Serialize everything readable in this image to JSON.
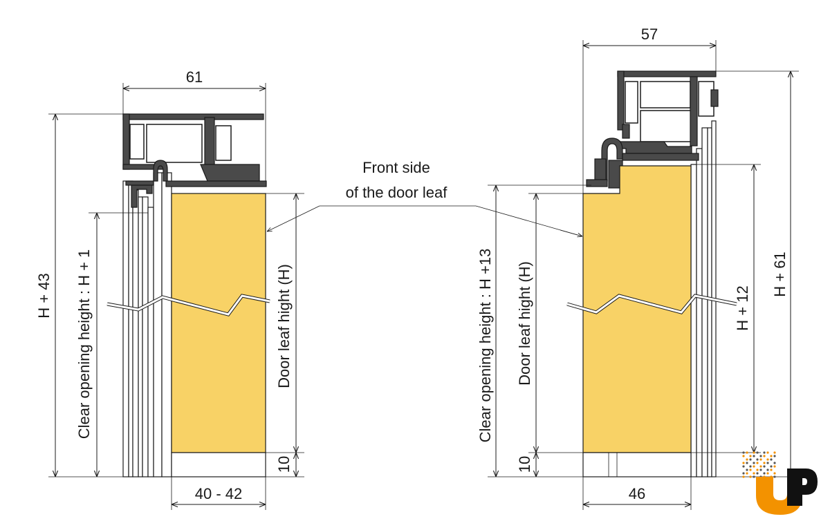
{
  "colors": {
    "door_leaf_fill": "#f8d266",
    "profile_fill": "#4a4a4a",
    "line": "#1a1a1a",
    "logo_orange": "#f39200",
    "logo_black": "#111111"
  },
  "left_section": {
    "width_label": "61",
    "total_height_label": "H + 43",
    "clear_opening_label": "Clear opening height : H + 1",
    "door_leaf_label": "Door leaf hight (H)",
    "bottom_gap_label": "10",
    "leaf_thickness_label": "40 - 42"
  },
  "right_section": {
    "width_label": "57",
    "total_height_label": "H + 61",
    "inner_height_label": "H + 12",
    "clear_opening_label": "Clear opening height : H +13",
    "door_leaf_label": "Door leaf hight (H)",
    "bottom_gap_label": "10",
    "leaf_thickness_label": "46"
  },
  "callout": {
    "line1": "Front side",
    "line2": "of the door leaf"
  },
  "logo": {
    "text": "UP",
    "icon": "dotted-u-logo-icon"
  }
}
